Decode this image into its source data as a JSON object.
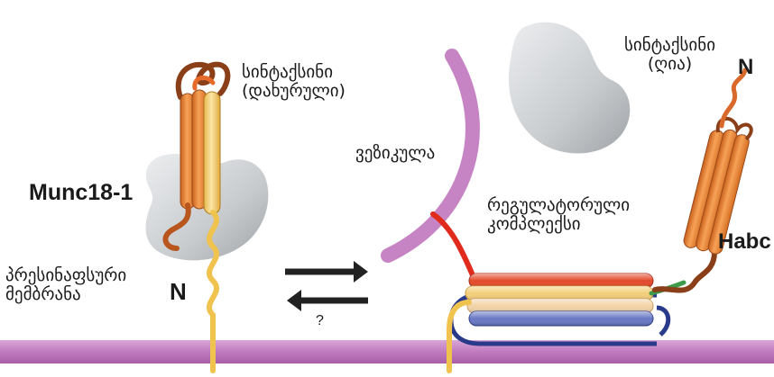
{
  "diagram": {
    "labels": {
      "syntaxin_closed_line1": "სინტაქსინი",
      "syntaxin_closed_line2": "(დახურული)",
      "munc18": "Munc18-1",
      "n_terminal_left": "N",
      "presynaptic_line1": "პრესინაფსური",
      "presynaptic_line2": "მემბრანა",
      "question_mark": "?",
      "vesicle": "ვეზიკულა",
      "syntaxin_open_line1": "სინტაქსინი",
      "syntaxin_open_line2": "(ღია)",
      "n_terminal_right": "N",
      "regulatory_line1": "რეგულატორული",
      "regulatory_line2": "კომპლექსი",
      "habc": "Habc"
    },
    "colors": {
      "membrane": "#c98cc9",
      "vesicle": "#c77fc4",
      "munc18": "#d4d6d8",
      "syntaxin_helix": "#f08a3a",
      "syntaxin_helix_light": "#f6d27a",
      "linker": "#9a4a1a",
      "tm_anchor": "#f2cc60",
      "snare_red": "#e8432c",
      "snare_yellow": "#f6d27a",
      "snare_blue": "#5a6ab8",
      "snare_green": "#4aa05a",
      "arrow": "#222222"
    }
  }
}
